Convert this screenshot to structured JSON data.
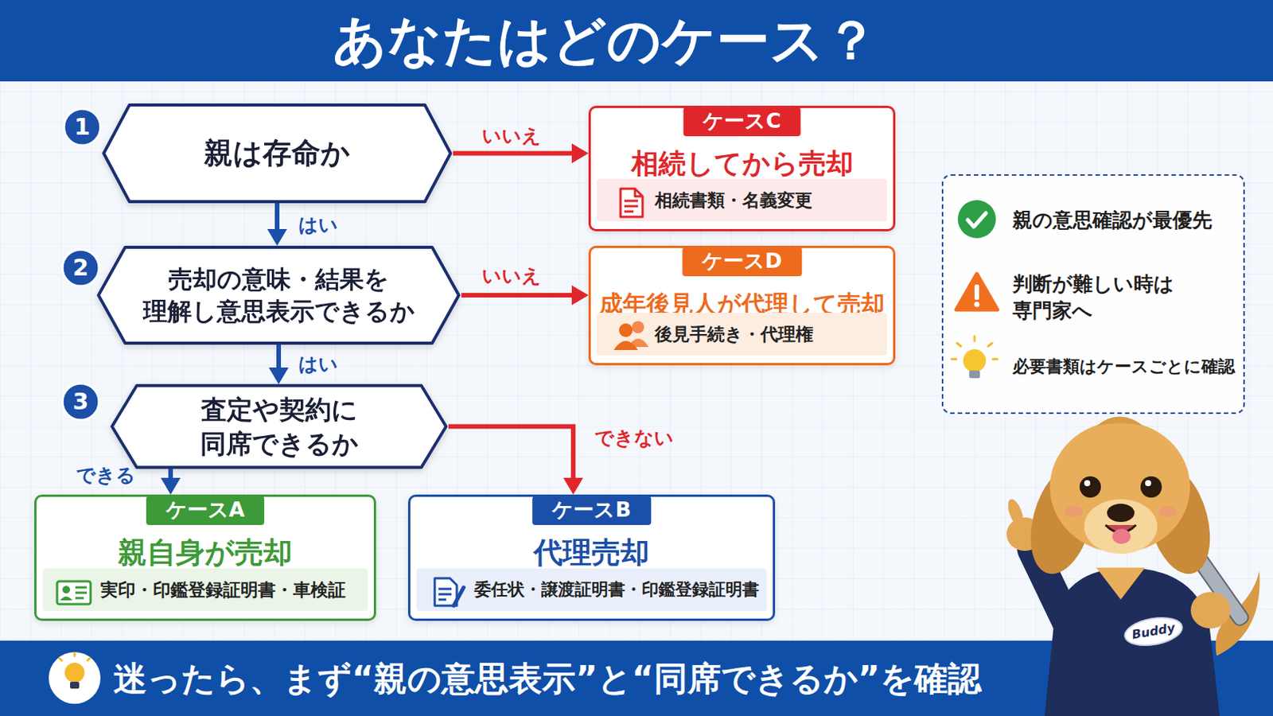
{
  "diagram": {
    "title": "あなたはどのケース？",
    "nodes": [
      {
        "text": [
          "親は存命か"
        ]
      },
      {
        "text": [
          "ケースC",
          "相続してから売却",
          "相続書類・名義変更"
        ]
      },
      {
        "text": [
          "売却の意味・結果を 理解し意思表示できるか"
        ]
      },
      {
        "text": [
          "ケースD",
          "成年後見人が代理して売却",
          "後見手続き・代理権"
        ]
      },
      {
        "text": [
          "親の意思確認が最優先",
          "判断が難しい時は 専門家へ",
          "必要書類はケースごとに確認"
        ]
      },
      {
        "text": [
          "査定や契約に 同席できるか"
        ]
      },
      {
        "text": [
          "ケースA",
          "親自身が売却",
          "実印・印鑑登録証明書・車検証"
        ]
      },
      {
        "text": [
          "ケースB",
          "代理売却",
          "委任状・譲渡証明書・印鑑登録証明書"
        ]
      },
      {
        "text": [
          "迷ったら、まず“親の意思表示”と“同席できるか”を確認"
        ]
      }
    ],
    "edges": [
      {
        "from": 0,
        "to": 1,
        "label": "いいえ",
        "arrow": "to"
      },
      {
        "from": 0,
        "to": 2,
        "label": "はい",
        "arrow": "to"
      },
      {
        "from": 2,
        "to": 3,
        "label": "いいえ",
        "arrow": "to"
      },
      {
        "from": 2,
        "to": 5,
        "label": "はい",
        "arrow": "to"
      },
      {
        "from": 5,
        "to": 6,
        "label": "できる",
        "arrow": "to"
      },
      {
        "from": 5,
        "to": 7,
        "label": "できない",
        "arrow": "to"
      }
    ],
    "labels": [
      "1",
      "2",
      "3",
      "Buddy"
    ]
  }
}
